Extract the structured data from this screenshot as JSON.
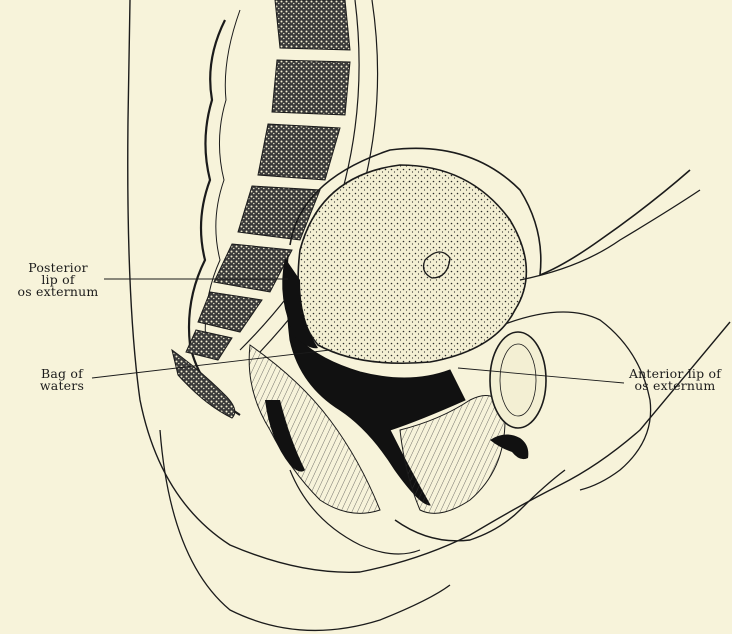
{
  "labels": {
    "posterior_lip": {
      "lines": [
        "Posterior",
        "lip of",
        "os externum"
      ]
    },
    "bag_of_waters": {
      "lines": [
        "Bag of",
        "waters"
      ]
    },
    "anterior_lip": {
      "lines": [
        "Anterior lip of",
        "os externum"
      ]
    }
  },
  "colors": {
    "paper": "#f7f3da",
    "ink": "#1b1b1b"
  }
}
